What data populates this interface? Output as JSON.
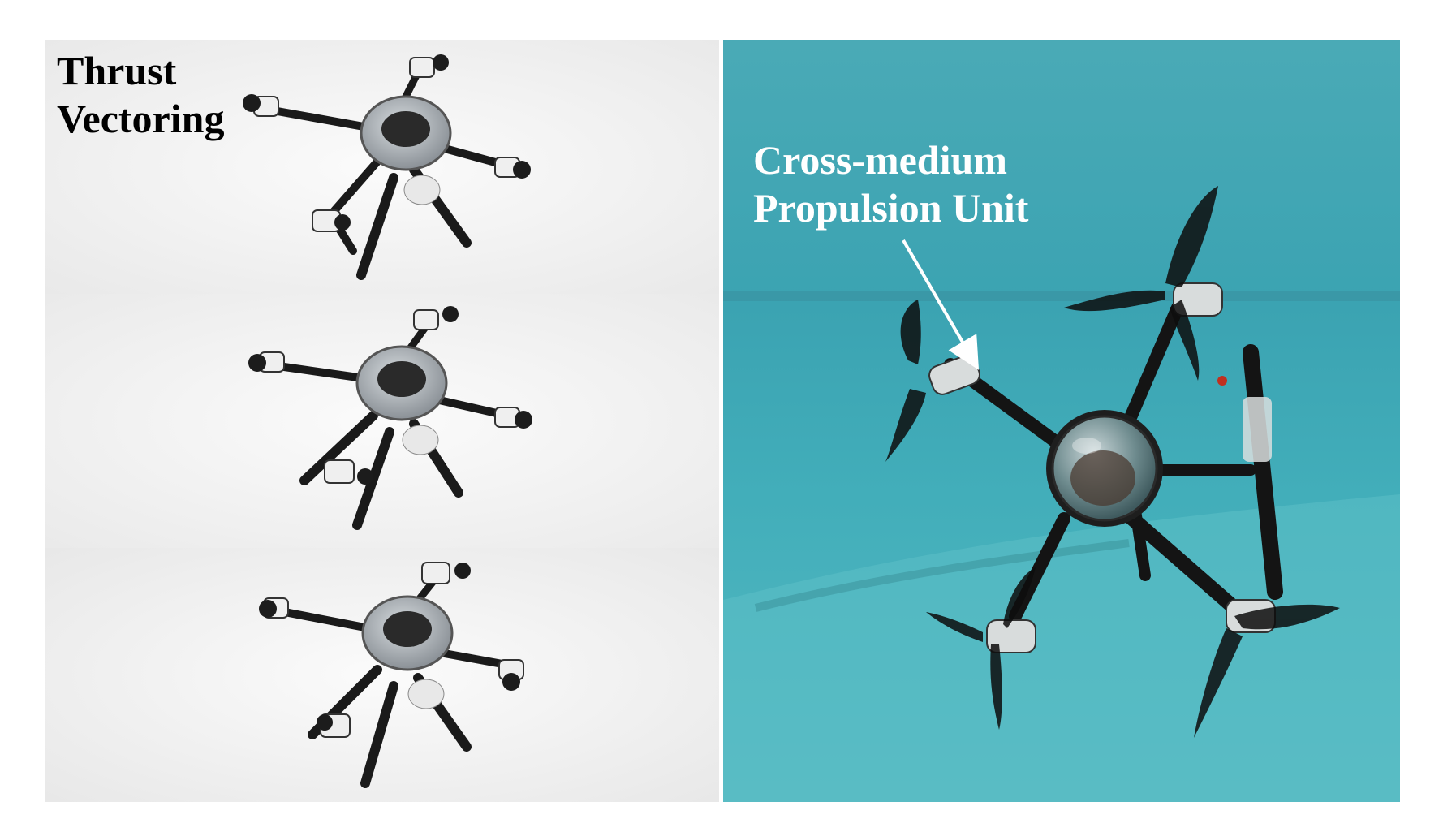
{
  "labels": {
    "thrust_line1": "Thrust",
    "thrust_line2": "Vectoring",
    "cross_line1": "Cross-medium",
    "cross_line2": "Propulsion Unit"
  },
  "colors": {
    "water": "#3fa6b4",
    "water_dark": "#2b8e9c",
    "background_white": "#f4f4f4",
    "arm_black": "#1a1a1a",
    "label_white": "#ffffff",
    "label_black": "#000000"
  }
}
